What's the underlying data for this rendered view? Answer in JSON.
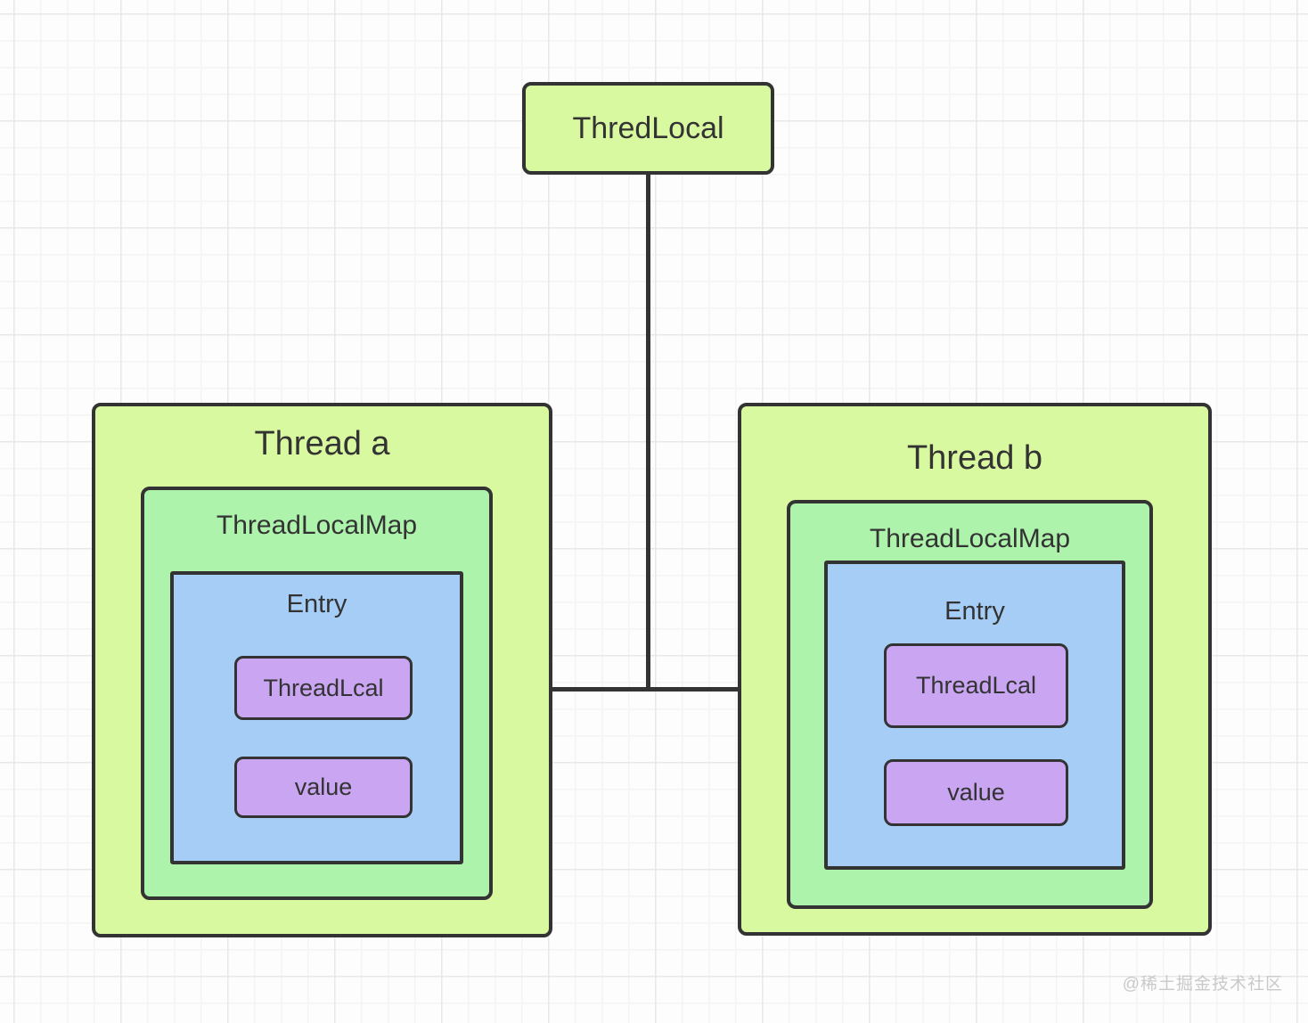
{
  "diagram": {
    "root_label": "ThredLocal",
    "threads": [
      {
        "title": "Thread a",
        "map_label": "ThreadLocalMap",
        "entry_label": "Entry",
        "key_label": "ThreadLcal",
        "value_label": "value"
      },
      {
        "title": "Thread b",
        "map_label": "ThreadLocalMap",
        "entry_label": "Entry",
        "key_label": "ThreadLcal",
        "value_label": "value"
      }
    ],
    "watermark": "@稀土掘金技术社区",
    "colors": {
      "node_green": "#d9f9a1",
      "node_mint": "#adf3ab",
      "node_blue": "#a5cdf6",
      "node_purple": "#c9a5f2",
      "stroke": "#333333",
      "grid_minor": "#f4f4f4",
      "grid_major": "#e8e8e8",
      "watermark_gray": "#c9c9c9"
    }
  }
}
